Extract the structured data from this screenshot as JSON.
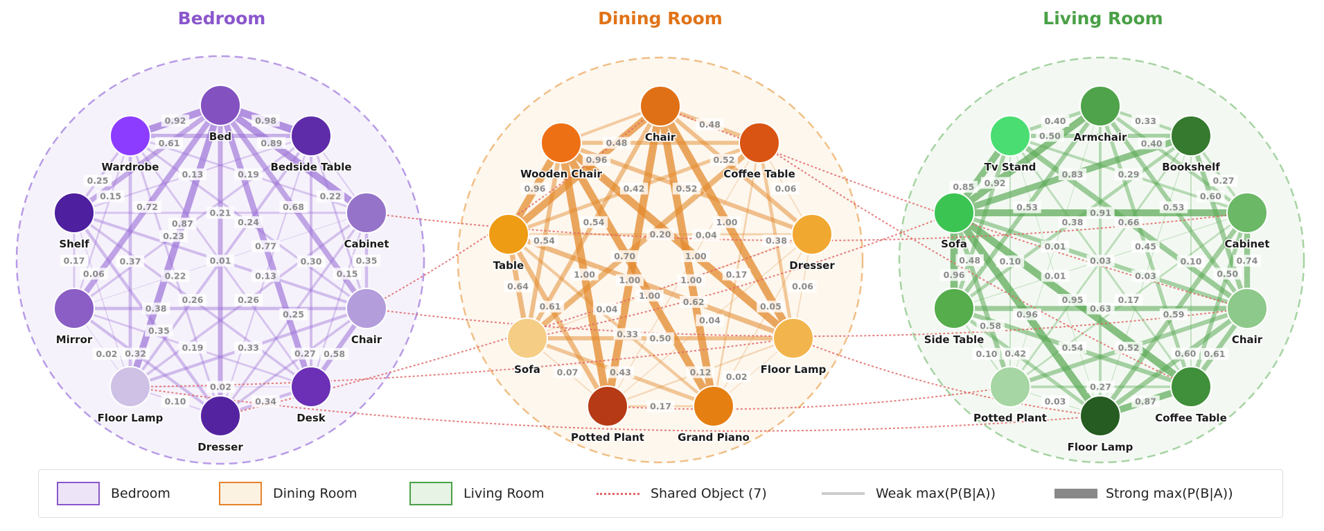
{
  "rooms": [
    {
      "title": "Bedroom",
      "color": "#8a56cc",
      "fill": "#f6f2fb",
      "border": "#b79be6",
      "edge_color": "#9a6fd6",
      "nodes": [
        {
          "name": "Bed",
          "color": "#8352c0"
        },
        {
          "name": "Wardrobe",
          "color": "#8c3cff"
        },
        {
          "name": "Bedside Table",
          "color": "#5e2ca8"
        },
        {
          "name": "Shelf",
          "color": "#4e1f9e"
        },
        {
          "name": "Cabinet",
          "color": "#9573c9"
        },
        {
          "name": "Mirror",
          "color": "#8a5ec4"
        },
        {
          "name": "Chair",
          "color": "#b39ddb"
        },
        {
          "name": "Floor Lamp",
          "color": "#cfc0e6"
        },
        {
          "name": "Desk",
          "color": "#6b30b5"
        },
        {
          "name": "Dresser",
          "color": "#5424a0"
        }
      ],
      "edges": [
        [
          0,
          1,
          0.92,
          "0.92"
        ],
        [
          0,
          2,
          0.98,
          "0.98"
        ],
        [
          0,
          4,
          0.89,
          "0.89"
        ],
        [
          0,
          3,
          0.61,
          "0.61"
        ],
        [
          1,
          3,
          0.25,
          "0.25"
        ],
        [
          2,
          3,
          0.13,
          "0.13"
        ],
        [
          1,
          4,
          0.19,
          "0.19"
        ],
        [
          0,
          5,
          0.72,
          "0.72"
        ],
        [
          1,
          5,
          0.15,
          "0.15"
        ],
        [
          3,
          4,
          0.21,
          "0.21"
        ],
        [
          2,
          5,
          0.23,
          "0.23"
        ],
        [
          1,
          6,
          0.24,
          "0.24"
        ],
        [
          0,
          6,
          0.68,
          "0.68"
        ],
        [
          2,
          6,
          0.22,
          "0.22"
        ],
        [
          0,
          7,
          0.87,
          "0.87"
        ],
        [
          0,
          8,
          0.77,
          "0.77"
        ],
        [
          3,
          5,
          0.17,
          "0.17"
        ],
        [
          1,
          7,
          0.37,
          "0.37"
        ],
        [
          4,
          5,
          0.01,
          "0.01"
        ],
        [
          2,
          8,
          0.3,
          "0.30"
        ],
        [
          4,
          6,
          0.35,
          "0.35"
        ],
        [
          1,
          9,
          0.22,
          "0.22"
        ],
        [
          2,
          9,
          0.13,
          "0.13"
        ],
        [
          3,
          7,
          0.06,
          "0.06"
        ],
        [
          4,
          8,
          0.15,
          "0.15"
        ],
        [
          3,
          8,
          0.26,
          "0.26"
        ],
        [
          4,
          7,
          0.26,
          "0.26"
        ],
        [
          5,
          6,
          0.38,
          "0.38"
        ],
        [
          3,
          9,
          0.35,
          "0.35"
        ],
        [
          4,
          9,
          0.25,
          "0.25"
        ],
        [
          5,
          7,
          0.02,
          "0.02"
        ],
        [
          5,
          8,
          0.19,
          "0.19"
        ],
        [
          6,
          7,
          0.33,
          "0.33"
        ],
        [
          6,
          8,
          0.58,
          "0.58"
        ],
        [
          5,
          9,
          0.32,
          "0.32"
        ],
        [
          6,
          9,
          0.27,
          "0.27"
        ],
        [
          7,
          8,
          0.02,
          "0.02"
        ],
        [
          7,
          9,
          0.1,
          "0.10"
        ],
        [
          8,
          9,
          0.34,
          "0.34"
        ],
        [
          1,
          2,
          0.5,
          ""
        ],
        [
          0,
          9,
          0.6,
          ""
        ],
        [
          1,
          8,
          0.2,
          ""
        ],
        [
          2,
          7,
          0.3,
          ""
        ],
        [
          3,
          6,
          0.3,
          ""
        ],
        [
          2,
          4,
          0.1,
          ""
        ]
      ]
    },
    {
      "title": "Dining Room",
      "color": "#e07318",
      "fill": "#fdf7ee",
      "border": "#f0bf86",
      "edge_color": "#e38a2c",
      "nodes": [
        {
          "name": "Chair",
          "color": "#e07015"
        },
        {
          "name": "Wooden Chair",
          "color": "#ee7015"
        },
        {
          "name": "Coffee Table",
          "color": "#d95412"
        },
        {
          "name": "Table",
          "color": "#ef9c15"
        },
        {
          "name": "Dresser",
          "color": "#f0a830"
        },
        {
          "name": "Sofa",
          "color": "#f5cd85"
        },
        {
          "name": "Floor Lamp",
          "color": "#f2b54d"
        },
        {
          "name": "Potted Plant",
          "color": "#b53a15"
        },
        {
          "name": "Grand Piano",
          "color": "#e67f12"
        }
      ],
      "edges": [
        [
          0,
          2,
          0.48,
          "0.48"
        ],
        [
          1,
          2,
          0.48,
          "0.48"
        ],
        [
          0,
          3,
          0.96,
          "0.96"
        ],
        [
          1,
          3,
          0.96,
          "0.96"
        ],
        [
          0,
          4,
          0.52,
          "0.52"
        ],
        [
          2,
          4,
          0.06,
          "0.06"
        ],
        [
          3,
          2,
          0.42,
          "0.42"
        ],
        [
          1,
          4,
          0.52,
          "0.52"
        ],
        [
          0,
          5,
          0.54,
          "0.54"
        ],
        [
          0,
          6,
          1.0,
          "1.00"
        ],
        [
          1,
          5,
          0.54,
          "0.54"
        ],
        [
          3,
          4,
          0.2,
          "0.20"
        ],
        [
          2,
          5,
          0.7,
          "0.70"
        ],
        [
          1,
          6,
          1.0,
          "1.00"
        ],
        [
          0,
          7,
          1.0,
          "1.00"
        ],
        [
          0,
          8,
          1.0,
          "1.00"
        ],
        [
          2,
          6,
          0.38,
          "0.38"
        ],
        [
          1,
          7,
          1.0,
          "1.00"
        ],
        [
          1,
          8,
          1.0,
          "1.00"
        ],
        [
          2,
          7,
          0.04,
          "0.04"
        ],
        [
          2,
          8,
          0.17,
          "0.17"
        ],
        [
          3,
          5,
          0.64,
          "0.64"
        ],
        [
          3,
          6,
          0.62,
          "0.62"
        ],
        [
          4,
          5,
          0.04,
          "0.04"
        ],
        [
          4,
          6,
          0.06,
          "0.06"
        ],
        [
          3,
          7,
          0.61,
          "0.61"
        ],
        [
          3,
          8,
          0.33,
          "0.33"
        ],
        [
          4,
          7,
          0.04,
          "0.04"
        ],
        [
          4,
          8,
          0.05,
          "0.05"
        ],
        [
          5,
          6,
          0.5,
          "0.50"
        ],
        [
          5,
          7,
          0.07,
          "0.07"
        ],
        [
          5,
          8,
          0.43,
          "0.43"
        ],
        [
          6,
          7,
          0.12,
          "0.12"
        ],
        [
          6,
          8,
          0.02,
          "0.02"
        ],
        [
          7,
          8,
          0.17,
          "0.17"
        ],
        [
          0,
          1,
          0.3,
          ""
        ]
      ]
    },
    {
      "title": "Living Room",
      "color": "#4aa046",
      "fill": "#f3f9f2",
      "border": "#a6d3a2",
      "edge_color": "#5aa955",
      "nodes": [
        {
          "name": "Armchair",
          "color": "#4fa34a"
        },
        {
          "name": "Tv Stand",
          "color": "#4ade72"
        },
        {
          "name": "Bookshelf",
          "color": "#357a2e"
        },
        {
          "name": "Sofa",
          "color": "#3cc452"
        },
        {
          "name": "Cabinet",
          "color": "#6bb866"
        },
        {
          "name": "Side Table",
          "color": "#55ad4c"
        },
        {
          "name": "Chair",
          "color": "#8dc98a"
        },
        {
          "name": "Potted Plant",
          "color": "#a6d6a3"
        },
        {
          "name": "Coffee Table",
          "color": "#408f3a"
        },
        {
          "name": "Floor Lamp",
          "color": "#265c22"
        }
      ],
      "edges": [
        [
          0,
          1,
          0.4,
          "0.40"
        ],
        [
          0,
          2,
          0.33,
          "0.33"
        ],
        [
          1,
          2,
          0.5,
          "0.50"
        ],
        [
          0,
          4,
          0.4,
          "0.40"
        ],
        [
          0,
          3,
          0.92,
          "0.92"
        ],
        [
          1,
          3,
          0.85,
          "0.85"
        ],
        [
          2,
          4,
          0.27,
          "0.27"
        ],
        [
          2,
          3,
          0.83,
          "0.83"
        ],
        [
          1,
          4,
          0.29,
          "0.29"
        ],
        [
          0,
          6,
          0.53,
          "0.53"
        ],
        [
          0,
          5,
          0.53,
          "0.53"
        ],
        [
          3,
          4,
          0.91,
          "0.91"
        ],
        [
          1,
          5,
          0.48,
          "0.48"
        ],
        [
          2,
          5,
          0.38,
          "0.38"
        ],
        [
          1,
          6,
          0.66,
          "0.66"
        ],
        [
          2,
          6,
          0.6,
          "0.60"
        ],
        [
          0,
          7,
          0.01,
          "0.01"
        ],
        [
          0,
          8,
          0.45,
          "0.45"
        ],
        [
          3,
          5,
          0.96,
          "0.96"
        ],
        [
          1,
          7,
          0.1,
          "0.10"
        ],
        [
          4,
          5,
          0.03,
          "0.03"
        ],
        [
          1,
          9,
          0.01,
          "0.01"
        ],
        [
          2,
          9,
          0.03,
          "0.03"
        ],
        [
          2,
          8,
          0.1,
          "0.10"
        ],
        [
          4,
          6,
          0.74,
          "0.74"
        ],
        [
          3,
          7,
          0.58,
          "0.58"
        ],
        [
          4,
          8,
          0.5,
          "0.50"
        ],
        [
          3,
          8,
          0.95,
          "0.95"
        ],
        [
          4,
          7,
          0.17,
          "0.17"
        ],
        [
          5,
          6,
          0.63,
          "0.63"
        ],
        [
          3,
          9,
          0.96,
          "0.96"
        ],
        [
          4,
          9,
          0.59,
          "0.59"
        ],
        [
          5,
          7,
          0.1,
          "0.10"
        ],
        [
          5,
          8,
          0.54,
          "0.54"
        ],
        [
          6,
          7,
          0.52,
          "0.52"
        ],
        [
          6,
          8,
          0.61,
          "0.61"
        ],
        [
          5,
          9,
          0.42,
          "0.42"
        ],
        [
          6,
          9,
          0.6,
          "0.60"
        ],
        [
          7,
          8,
          0.27,
          "0.27"
        ],
        [
          7,
          9,
          0.03,
          "0.03"
        ],
        [
          8,
          9,
          0.87,
          "0.87"
        ],
        [
          0,
          9,
          0.3,
          ""
        ],
        [
          1,
          8,
          0.2,
          ""
        ],
        [
          2,
          7,
          0.2,
          ""
        ],
        [
          3,
          6,
          0.5,
          ""
        ]
      ]
    }
  ],
  "shared_links": [
    [
      0,
      "Cabinet",
      2,
      "Cabinet"
    ],
    [
      0,
      "Chair",
      1,
      "Chair"
    ],
    [
      0,
      "Chair",
      2,
      "Chair"
    ],
    [
      1,
      "Chair",
      2,
      "Chair"
    ],
    [
      0,
      "Floor Lamp",
      1,
      "Floor Lamp"
    ],
    [
      0,
      "Floor Lamp",
      2,
      "Floor Lamp"
    ],
    [
      1,
      "Floor Lamp",
      2,
      "Floor Lamp"
    ],
    [
      0,
      "Dresser",
      1,
      "Dresser"
    ],
    [
      1,
      "Sofa",
      2,
      "Sofa"
    ],
    [
      1,
      "Coffee Table",
      2,
      "Coffee Table"
    ],
    [
      1,
      "Potted Plant",
      2,
      "Potted Plant"
    ]
  ],
  "shared_color": "#e06666",
  "legend": {
    "bedroom": "Bedroom",
    "dining": "Dining Room",
    "living": "Living Room",
    "shared": "Shared Object (7)",
    "weak": "Weak  max(P(B|A))",
    "strong": "Strong  max(P(B|A))"
  }
}
